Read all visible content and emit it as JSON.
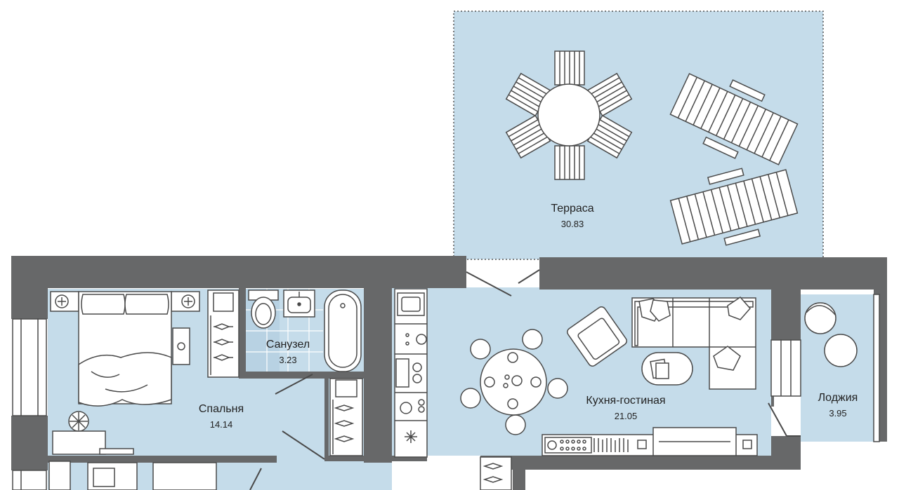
{
  "rooms": {
    "terrace": {
      "name": "Терраса",
      "area": "30.83"
    },
    "bathroom": {
      "name": "Санузел",
      "area": "3.23"
    },
    "bedroom": {
      "name": "Спальня",
      "area": "14.14"
    },
    "kitchen_living": {
      "name": "Кухня-гостиная",
      "area": "21.05"
    },
    "loggia": {
      "name": "Лоджия",
      "area": "3.95"
    }
  },
  "colors": {
    "floor": "#c5dcea",
    "wall": "#676869",
    "line": "#4a4a4a",
    "furniture_fill": "#ffffff",
    "text": "#222222"
  }
}
